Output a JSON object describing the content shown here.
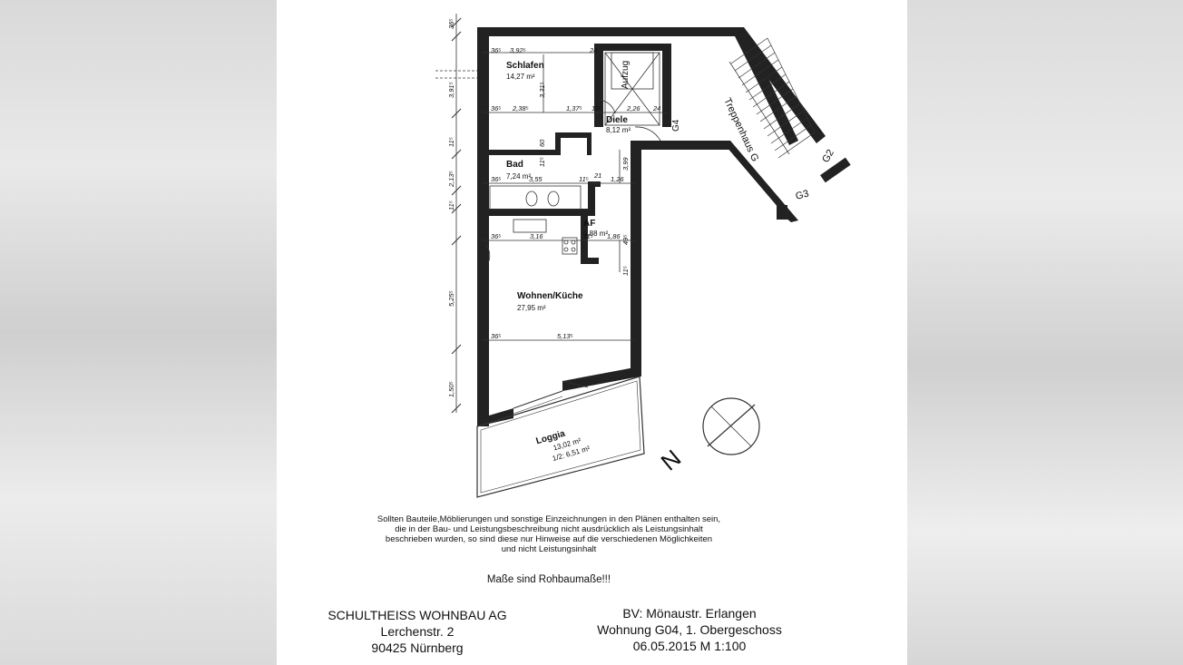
{
  "rooms": {
    "schlafen": {
      "name": "Schlafen",
      "area": "14,27 m²"
    },
    "diele": {
      "name": "Diele",
      "area": "8,12 m²"
    },
    "bad": {
      "name": "Bad",
      "area": "7,24 m²"
    },
    "af": {
      "name": "AF",
      "area": "0,88 m²"
    },
    "wohnen": {
      "name": "Wohnen/Küche",
      "area": "27,95 m²"
    },
    "loggia": {
      "name": "Loggia",
      "area": "13,02 m²",
      "half_area": "1/2: 6,51 m²"
    },
    "aufzug": {
      "name": "Aufzug"
    },
    "treppenhaus": {
      "name": "Treppenhaus G"
    }
  },
  "markers": {
    "g2": "G2",
    "g3": "G3",
    "g4": "G4"
  },
  "dimensions": {
    "d_392": "3,92⁵",
    "d_36_top": "36⁵",
    "d_36a": "36⁵",
    "d_24a": "24",
    "d_331": "3,31⁵",
    "d_238": "2,38⁵",
    "d_137": "1,37⁵",
    "d_11a": "11⁵",
    "d_226": "2,26",
    "d_24b": "24",
    "d_60": "60",
    "d_11b": "11⁵",
    "d_399": "3,99",
    "d_36b": "36⁵",
    "d_355": "3,55",
    "d_11c": "11⁵",
    "d_21": "21",
    "d_126": "1,26",
    "d_36c": "36⁵",
    "d_316": "3,16",
    "d_11d": "11⁵",
    "d_186": "1,86",
    "d_49": "49⁵",
    "d_11e": "11⁵",
    "d_36d": "36⁵",
    "d_513": "5,13⁵",
    "v_36": "36⁵",
    "v_391": "3,91⁵",
    "v_11a": "11⁵",
    "v_213": "2,13⁵",
    "v_11b": "11⁵",
    "v_525": "5,25⁵",
    "v_150": "1,50⁵"
  },
  "north": "N",
  "notice_lines": [
    "Sollten Bauteile,Möblierungen und sonstige Einzeichnungen in den Plänen enthalten sein,",
    "die in der Bau- und Leistungsbeschreibung nicht ausdrücklich als Leistungsinhalt",
    "beschrieben wurden, so sind diese nur Hinweise auf die verschiedenen Möglichkeiten",
    "und nicht Leistungsinhalt"
  ],
  "measures_note": "Maße sind Rohbaumaße!!!",
  "company": {
    "name": "SCHULTHEISS WOHNBAU AG",
    "street": "Lerchenstr. 2",
    "city": "90425 Nürnberg"
  },
  "project": {
    "title": "BV: Mönaustr. Erlangen",
    "unit": "Wohnung G04,  1. Obergeschoss",
    "date_scale": "06.05.2015  M 1:100"
  }
}
